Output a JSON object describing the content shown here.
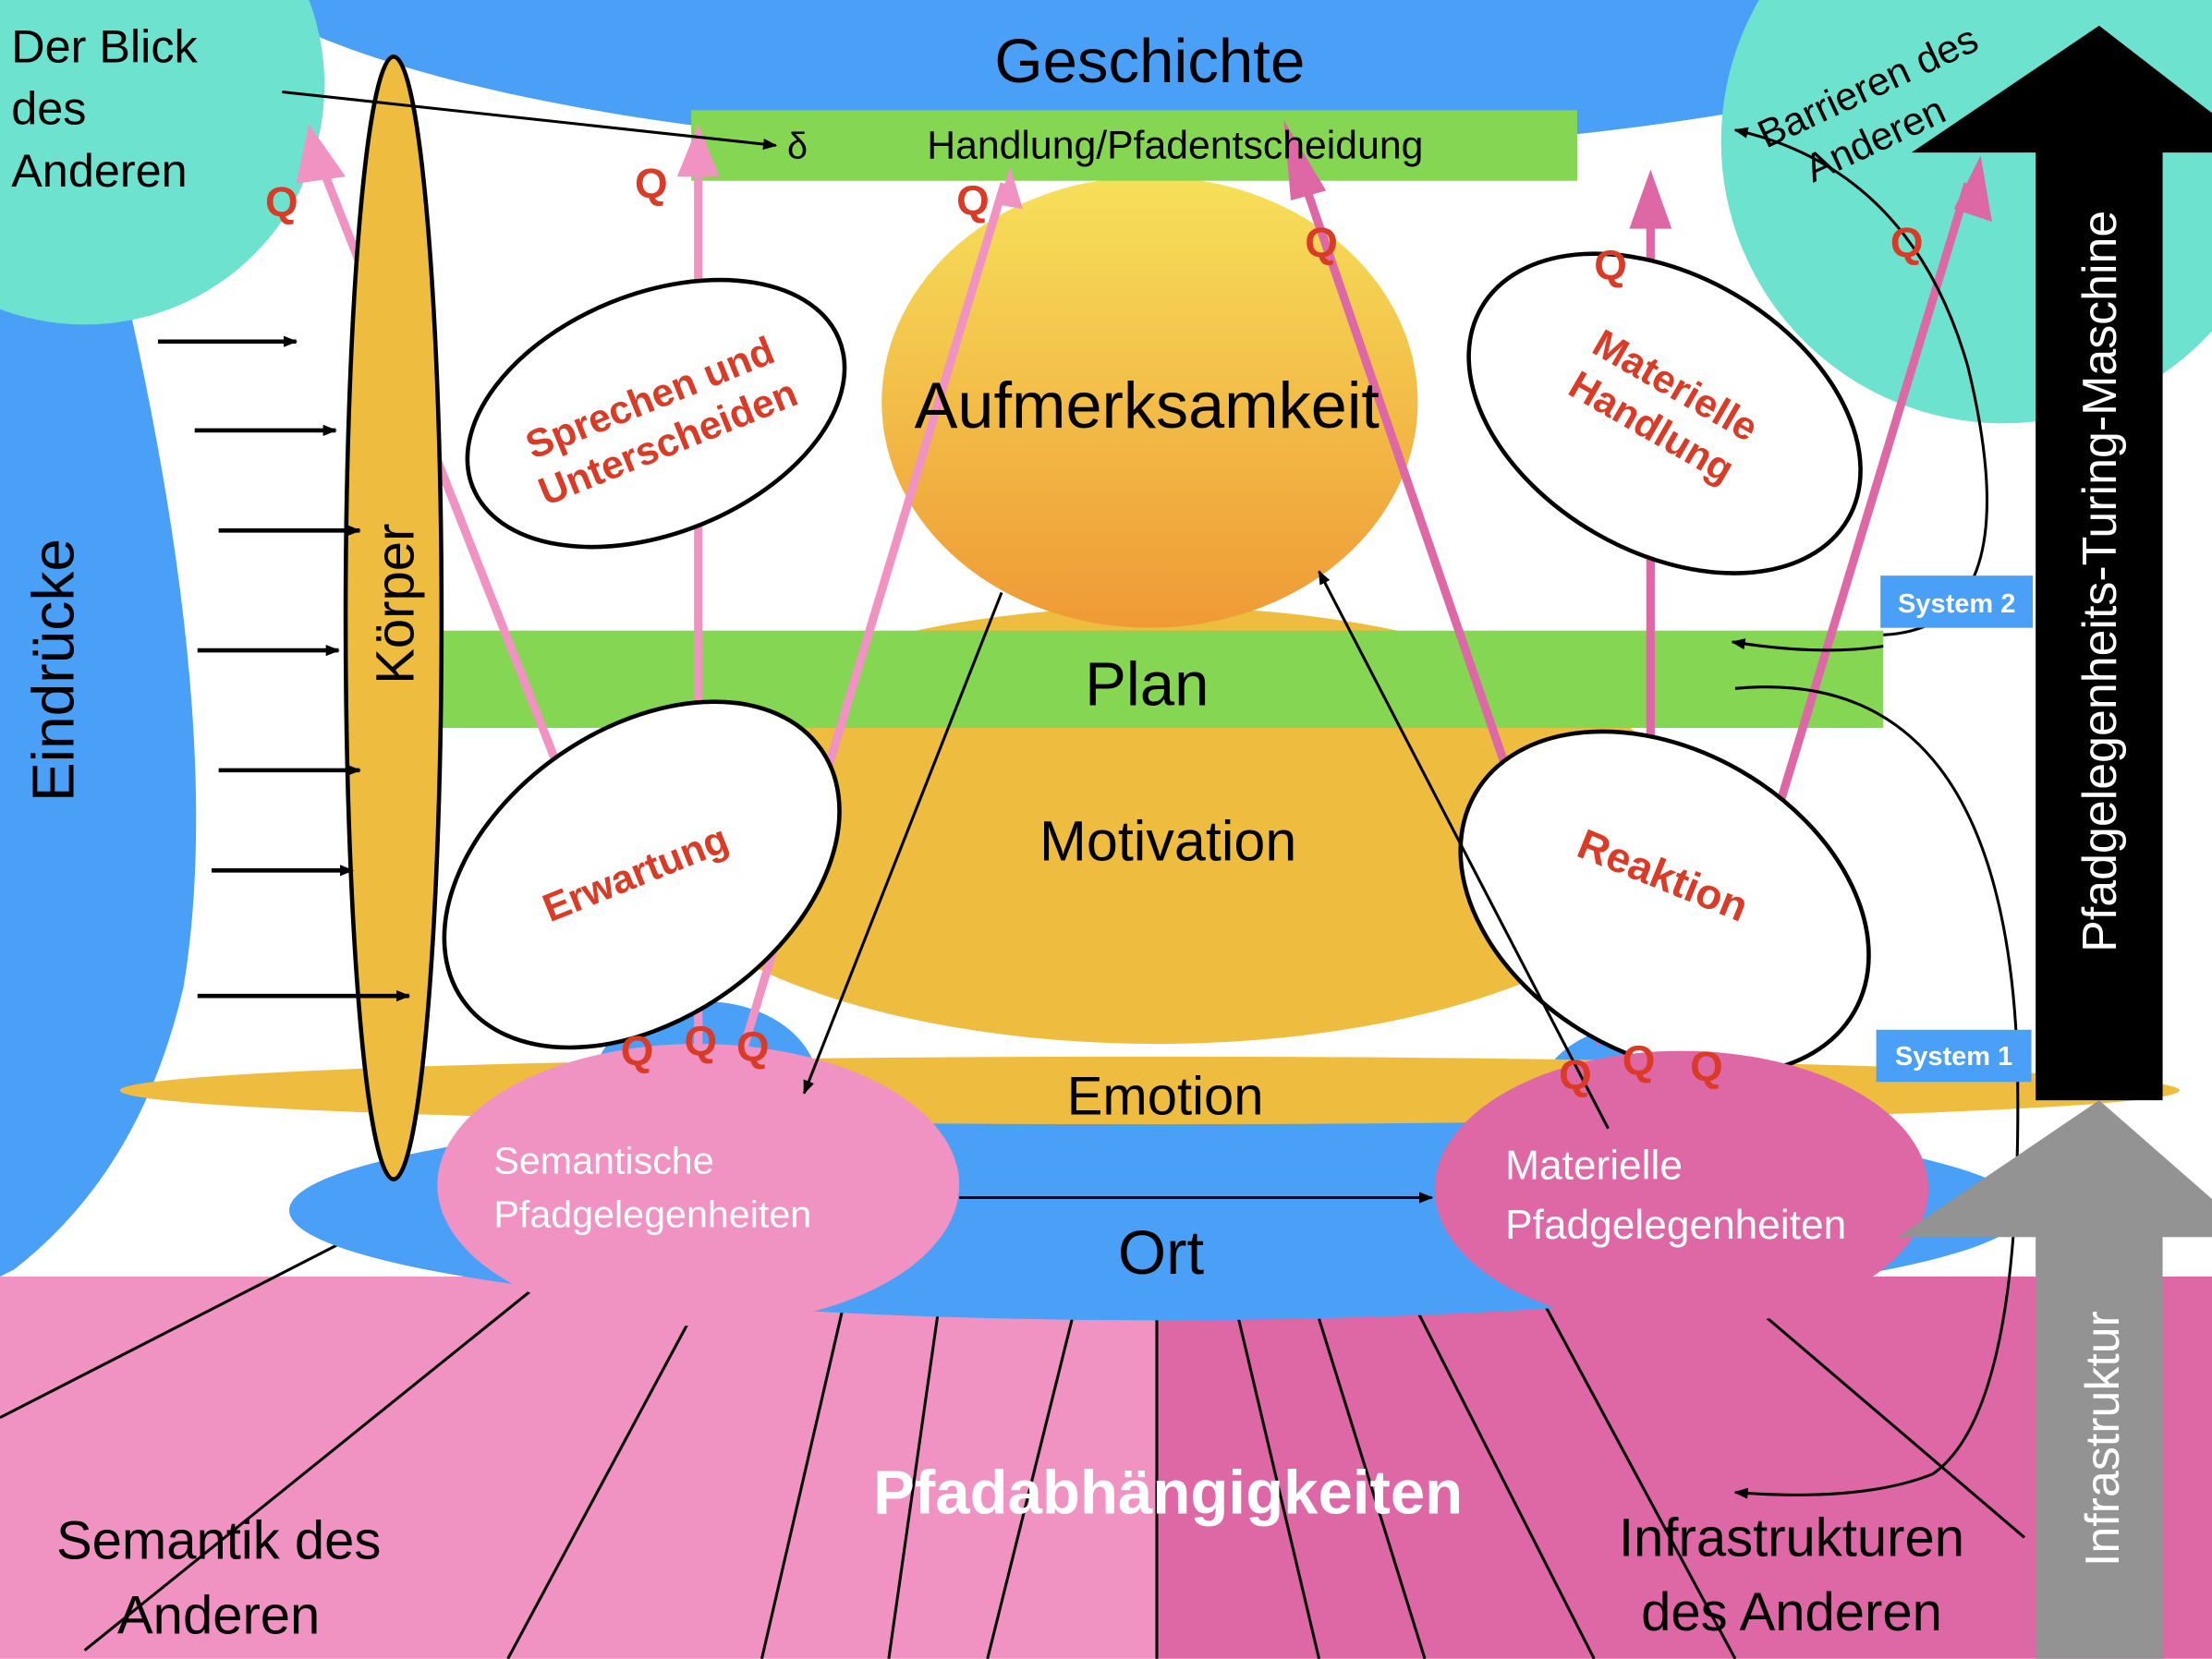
{
  "colors": {
    "blue": "#4a9ff7",
    "teal": "#6de3cf",
    "green": "#84d653",
    "yellow_orange": "#eebc3f",
    "pink_light": "#f093c2",
    "pink_dark": "#dd68a5",
    "red_text": "#d93b26",
    "gray": "#939393",
    "black": "#000000"
  },
  "labels": {
    "geschichte": "Geschichte",
    "handlung": "Handlung/Pfadentscheidung",
    "delta": "δ",
    "blick_line1": "Der Blick",
    "blick_line2": "des",
    "blick_line3": "Anderen",
    "barrieren_line1": "Barrieren des",
    "barrieren_line2": "Anderen",
    "turing": "Pfadgelegenheits-Turing-Maschine",
    "eindruecke": "Eindrücke",
    "koerper": "Körper",
    "aufmerksamkeit": "Aufmerksamkeit",
    "plan": "Plan",
    "motivation": "Motivation",
    "emotion": "Emotion",
    "ort": "Ort",
    "sprechen_line1": "Sprechen und",
    "sprechen_line2": "Unterscheiden",
    "materielle_handlung_line1": "Materielle",
    "materielle_handlung_line2": "Handlung",
    "erwartung": "Erwartung",
    "reaktion": "Reaktion",
    "system2": "System 2",
    "system1": "System 1",
    "sem_pfad_line1": "Semantische",
    "sem_pfad_line2": "Pfadgelegenheiten",
    "mat_pfad_line1": "Materielle",
    "mat_pfad_line2": "Pfadgelegenheiten",
    "pfadabhaengigkeiten": "Pfadabhängigkeiten",
    "semantik_line1": "Semantik des",
    "semantik_line2": "Anderen",
    "infra_line1": "Infrastrukturen",
    "infra_line2": "des Anderen",
    "infrastruktur": "Infrastruktur",
    "q": "Q"
  }
}
